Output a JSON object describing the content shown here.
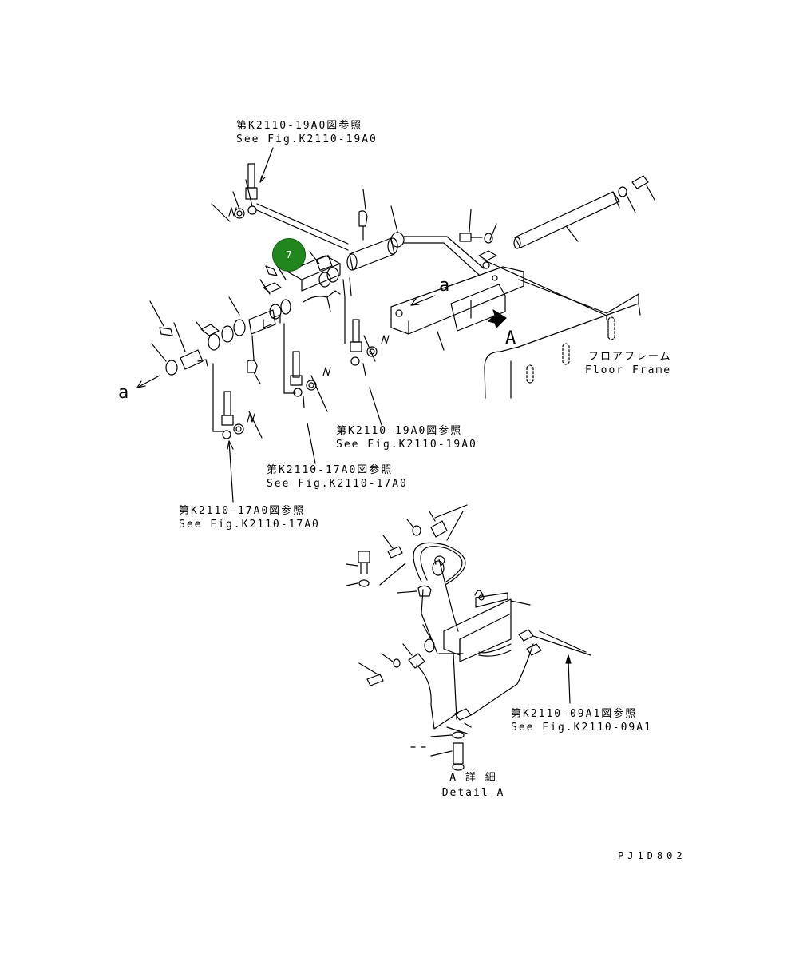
{
  "refs": {
    "top_jp": "第K2110-19A0図参照",
    "top_en": "See Fig.K2110-19A0",
    "mid19_jp": "第K2110-19A0図参照",
    "mid19_en": "See Fig.K2110-19A0",
    "mid17_jp": "第K2110-17A0図参照",
    "mid17_en": "See Fig.K2110-17A0",
    "left17_jp": "第K2110-17A0図参照",
    "left17_en": "See Fig.K2110-17A0",
    "detail09_jp": "第K2110-09A1図参照",
    "detail09_en": "See Fig.K2110-09A1"
  },
  "floor_frame": {
    "jp": "フロアフレーム",
    "en": "Floor Frame"
  },
  "view_marks": {
    "a_upper": "a",
    "a_lower": "a",
    "view_A": "A"
  },
  "detail_title": {
    "jp": "A 詳 細",
    "en": "Detail A"
  },
  "drawing_code": "PJ1D802",
  "callout_badge": {
    "number": "7",
    "color": "#22861f"
  }
}
